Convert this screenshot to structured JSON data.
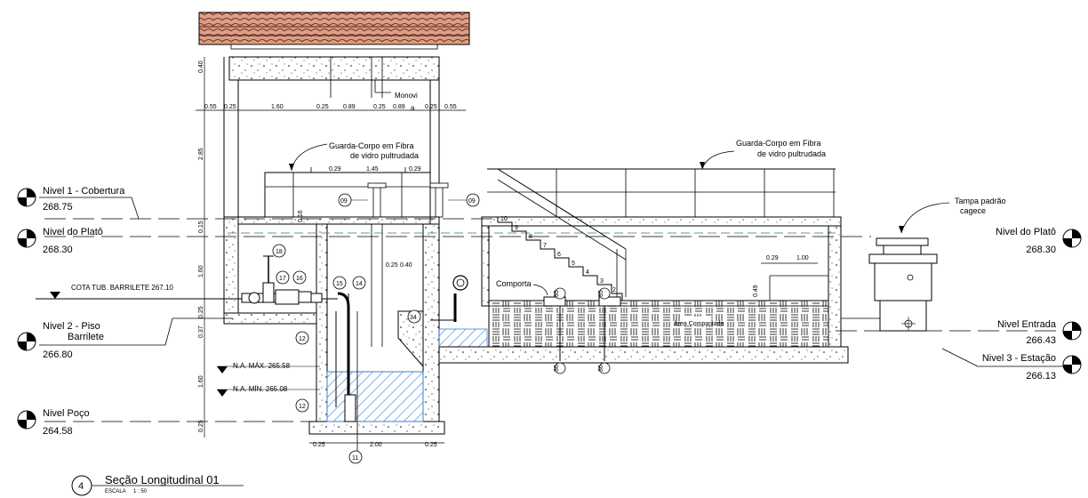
{
  "drawing": {
    "title": "Seção Longitudinal 01",
    "scale_label": "ESCALA",
    "scale_value": "1 : 50",
    "section_number": "4"
  },
  "levels_left": [
    {
      "label": "Nivel 1 - Cobertura",
      "value": "268.75"
    },
    {
      "label": "Nivel do Platô",
      "value": "268.30"
    },
    {
      "label_line1": "Nivel 2 - Piso",
      "label_line2": "Barrilete",
      "value": "266.80"
    },
    {
      "label": "Nivel Poço",
      "value": "264.58"
    }
  ],
  "levels_right": [
    {
      "label": "Nivel do Platô",
      "value": "268.30"
    },
    {
      "label": "Nivel Entrada",
      "value": "266.43"
    },
    {
      "label": "Nivel 3 - Estação",
      "value": "266.13"
    }
  ],
  "notes": {
    "monovi": "Monovi",
    "guard_left_line1": "Guarda-Corpo em Fibra",
    "guard_left_line2": "de vidro pultrudada",
    "guard_right_line1": "Guarda-Corpo em Fibra",
    "guard_right_line2": "de vidro pultrudada",
    "tampa_line1": "Tampa padrão",
    "tampa_line2": "cagece",
    "cota_barrilete": "COTA TUB. BARRILETE 267.10",
    "na_max": "N.A. MÁX. 265.58",
    "na_min": "N.A. MÍN. 265.08",
    "comporta": "Comporta",
    "area_compactada": "Área Compactada",
    "a_mark": "a"
  },
  "dimensions": {
    "top_row": [
      "0.55",
      "0.25",
      "1.60",
      "0.25",
      "0.89",
      "0.25",
      "0.89",
      "0.25",
      "0.55"
    ],
    "vertical": [
      "0.40",
      "2.85",
      "0.15",
      "1.60",
      "0.25",
      "0.37",
      "1.60",
      "0.25"
    ],
    "top_opening": [
      "0.29",
      "1.45",
      "0.29"
    ],
    "bottom_row": [
      "0.25",
      "2.00",
      "0.25"
    ],
    "inner_small": [
      "0.25",
      "0.40",
      "0.16"
    ],
    "right_box": [
      "0.29",
      "1.00",
      "0.49"
    ]
  },
  "tags": [
    "09",
    "09",
    "18",
    "17",
    "16",
    "15",
    "14",
    "12",
    "34",
    "35",
    "35",
    "36",
    "36",
    "12",
    "11",
    "10",
    "9",
    "8",
    "7",
    "6",
    "5",
    "4",
    "3",
    "2"
  ]
}
